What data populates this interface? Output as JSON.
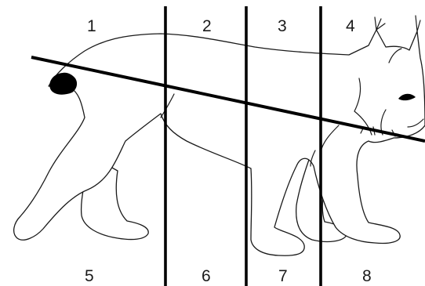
{
  "regions": {
    "top": [
      "1",
      "2",
      "3",
      "4"
    ],
    "bottom": [
      "5",
      "6",
      "7",
      "8"
    ]
  },
  "colors": {
    "ink": "#000000",
    "fill": "#ffffff"
  }
}
